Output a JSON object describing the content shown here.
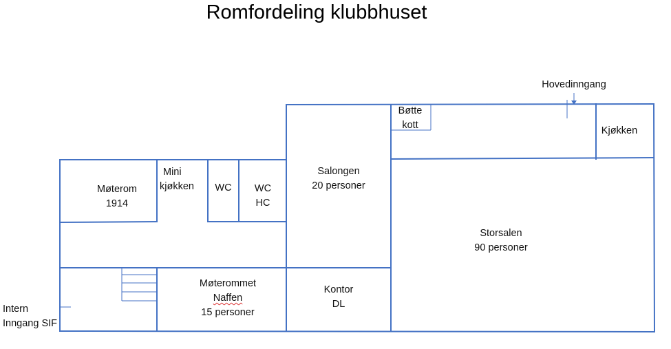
{
  "title": "Romfordeling klubbhuset",
  "colors": {
    "wall": "#4472c4",
    "text": "#111111"
  },
  "rooms": {
    "moterom_1914": [
      "Møterom",
      "1914"
    ],
    "mini_kjokken": [
      "Mini",
      "kjøkken"
    ],
    "wc": [
      "WC"
    ],
    "wc_hc": [
      "WC",
      "HC"
    ],
    "salongen": [
      "Salongen",
      "20 personer"
    ],
    "botte_kott": [
      "Bøtte",
      "kott"
    ],
    "kjokken": [
      "Kjøkken"
    ],
    "storsalen": [
      "Storsalen",
      "90 personer"
    ],
    "moterommet_naffen": [
      "Møterommet",
      "Naffen",
      "15 personer"
    ],
    "kontor_dl": [
      "Kontor",
      "DL"
    ]
  },
  "entrances": {
    "hovedinngang": "Hovedinngang",
    "intern_inngang": [
      "Intern",
      "Inngang SIF"
    ]
  }
}
